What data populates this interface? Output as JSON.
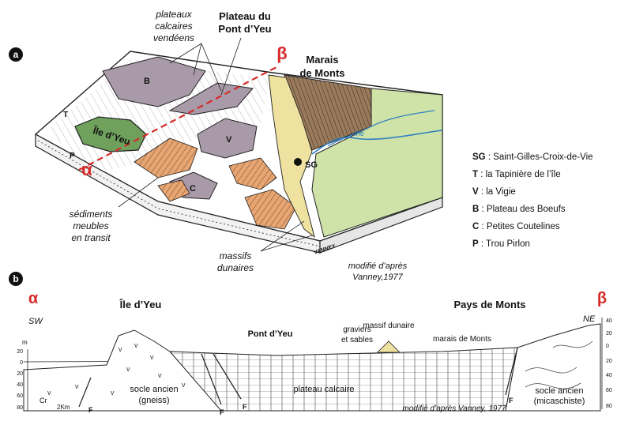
{
  "panel_a": {
    "badge": "a",
    "labels": {
      "plateaux": [
        "plateaux",
        "calcaires",
        "vendéens"
      ],
      "pont": [
        "Plateau du",
        "Pont d’Yeu"
      ],
      "marais": [
        "Marais",
        "de Monts"
      ],
      "sediments": [
        "sédiments",
        "meubles",
        "en transit"
      ],
      "massifs": [
        "massifs",
        "dunaires"
      ],
      "ile": "Île d’Yeu",
      "modifie": [
        "modifié d’après",
        "Vanney,1977"
      ],
      "vanney_stamp": "VANNEY",
      "vie": "Vie",
      "alpha": "α",
      "beta": "β",
      "map_letters": {
        "B": "B",
        "V": "V",
        "C": "C",
        "T": "T",
        "P": "P",
        "SG": "SG"
      }
    },
    "legend": [
      {
        "key": "SG",
        "text": " : Saint-Gilles-Croix-de-Vie"
      },
      {
        "key": "T",
        "text": " : la Tapinière de l’île"
      },
      {
        "key": "V",
        "text": " : la Vigie"
      },
      {
        "key": "B",
        "text": " : Plateau des Boeufs"
      },
      {
        "key": "C",
        "text": " : Petites Coutelines"
      },
      {
        "key": "P",
        "text": " : Trou Pirlon"
      }
    ]
  },
  "panel_b": {
    "badge": "b",
    "alpha": "α",
    "beta": "β",
    "sw": "SW",
    "ne": "NE",
    "ile": "Île d’Yeu",
    "pays": "Pays de Monts",
    "pont": "Pont d’Yeu",
    "graviers": [
      "graviers",
      "et sables"
    ],
    "massif": "massif dunaire",
    "marais": "marais de Monts",
    "socle_left": [
      "socle ancien",
      "(gneiss)"
    ],
    "plateau": "plateau calcaire",
    "socle_right": [
      "socle ancien",
      "(micaschiste)"
    ],
    "modifie": "modifié d’après Vanney, 1977",
    "fault": "F",
    "cr": "Cr",
    "scale": "2Km",
    "left_axis": {
      "unit": "m",
      "ticks": [
        "20",
        "0",
        "20",
        "40",
        "60",
        "80"
      ]
    },
    "right_axis": {
      "ticks": [
        "40",
        "20",
        "0",
        "20",
        "40",
        "60",
        "80"
      ]
    }
  },
  "colors": {
    "grey": "#a89aa8",
    "green": "#6fa05c",
    "orange": "#e6a572",
    "sand": "#efe2a0",
    "brown": "#8b6a4f",
    "lightgreen": "#cfe3a8",
    "red": "#d62a2a",
    "river": "#2f7fc0"
  }
}
